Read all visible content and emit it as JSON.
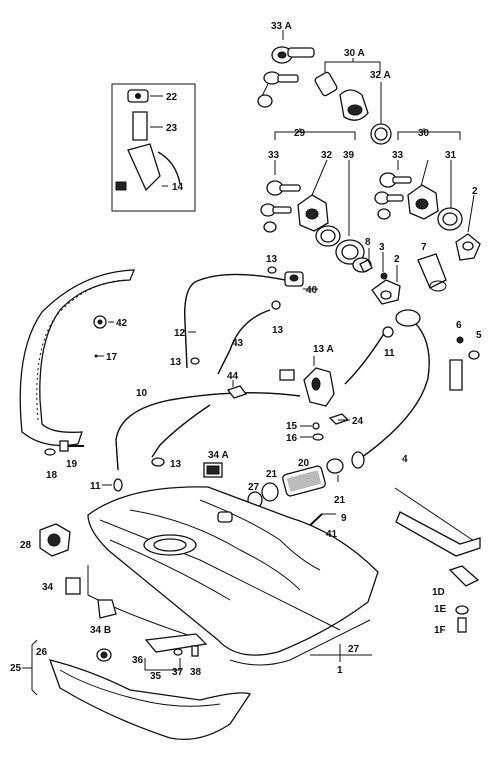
{
  "labels": {
    "l33A": "33 A",
    "l30A": "30 A",
    "l32A": "32 A",
    "l22": "22",
    "l23": "23",
    "l14": "14",
    "l29": "29",
    "l33a": "33",
    "l32": "32",
    "l39": "39",
    "l30": "30",
    "l33b": "33",
    "l31": "31",
    "l2a": "2",
    "l7": "7",
    "l8": "8",
    "l3": "3",
    "l2b": "2",
    "l13a": "13",
    "l40": "40",
    "l13b": "13",
    "l43": "43",
    "l12": "12",
    "l13c": "13",
    "l42": "42",
    "l17": "17",
    "l13A": "13 A",
    "l11a": "11",
    "l6": "6",
    "l5": "5",
    "l10": "10",
    "l44": "44",
    "l24": "24",
    "l15": "15",
    "l16": "16",
    "l4": "4",
    "l18": "18",
    "l19": "19",
    "l34A": "34 A",
    "l13d": "13",
    "l20": "20",
    "l11b": "11",
    "l21a": "21",
    "l27a": "27",
    "l21b": "21",
    "l9": "9",
    "l41": "41",
    "l28": "28",
    "l34": "34",
    "l34B": "34 B",
    "l1D": "1D",
    "l1E": "1E",
    "l1F": "1F",
    "l36": "36",
    "l37": "37",
    "l38": "38",
    "l35": "35",
    "l26": "26",
    "l25": "25",
    "l27b": "27",
    "l1": "1"
  }
}
